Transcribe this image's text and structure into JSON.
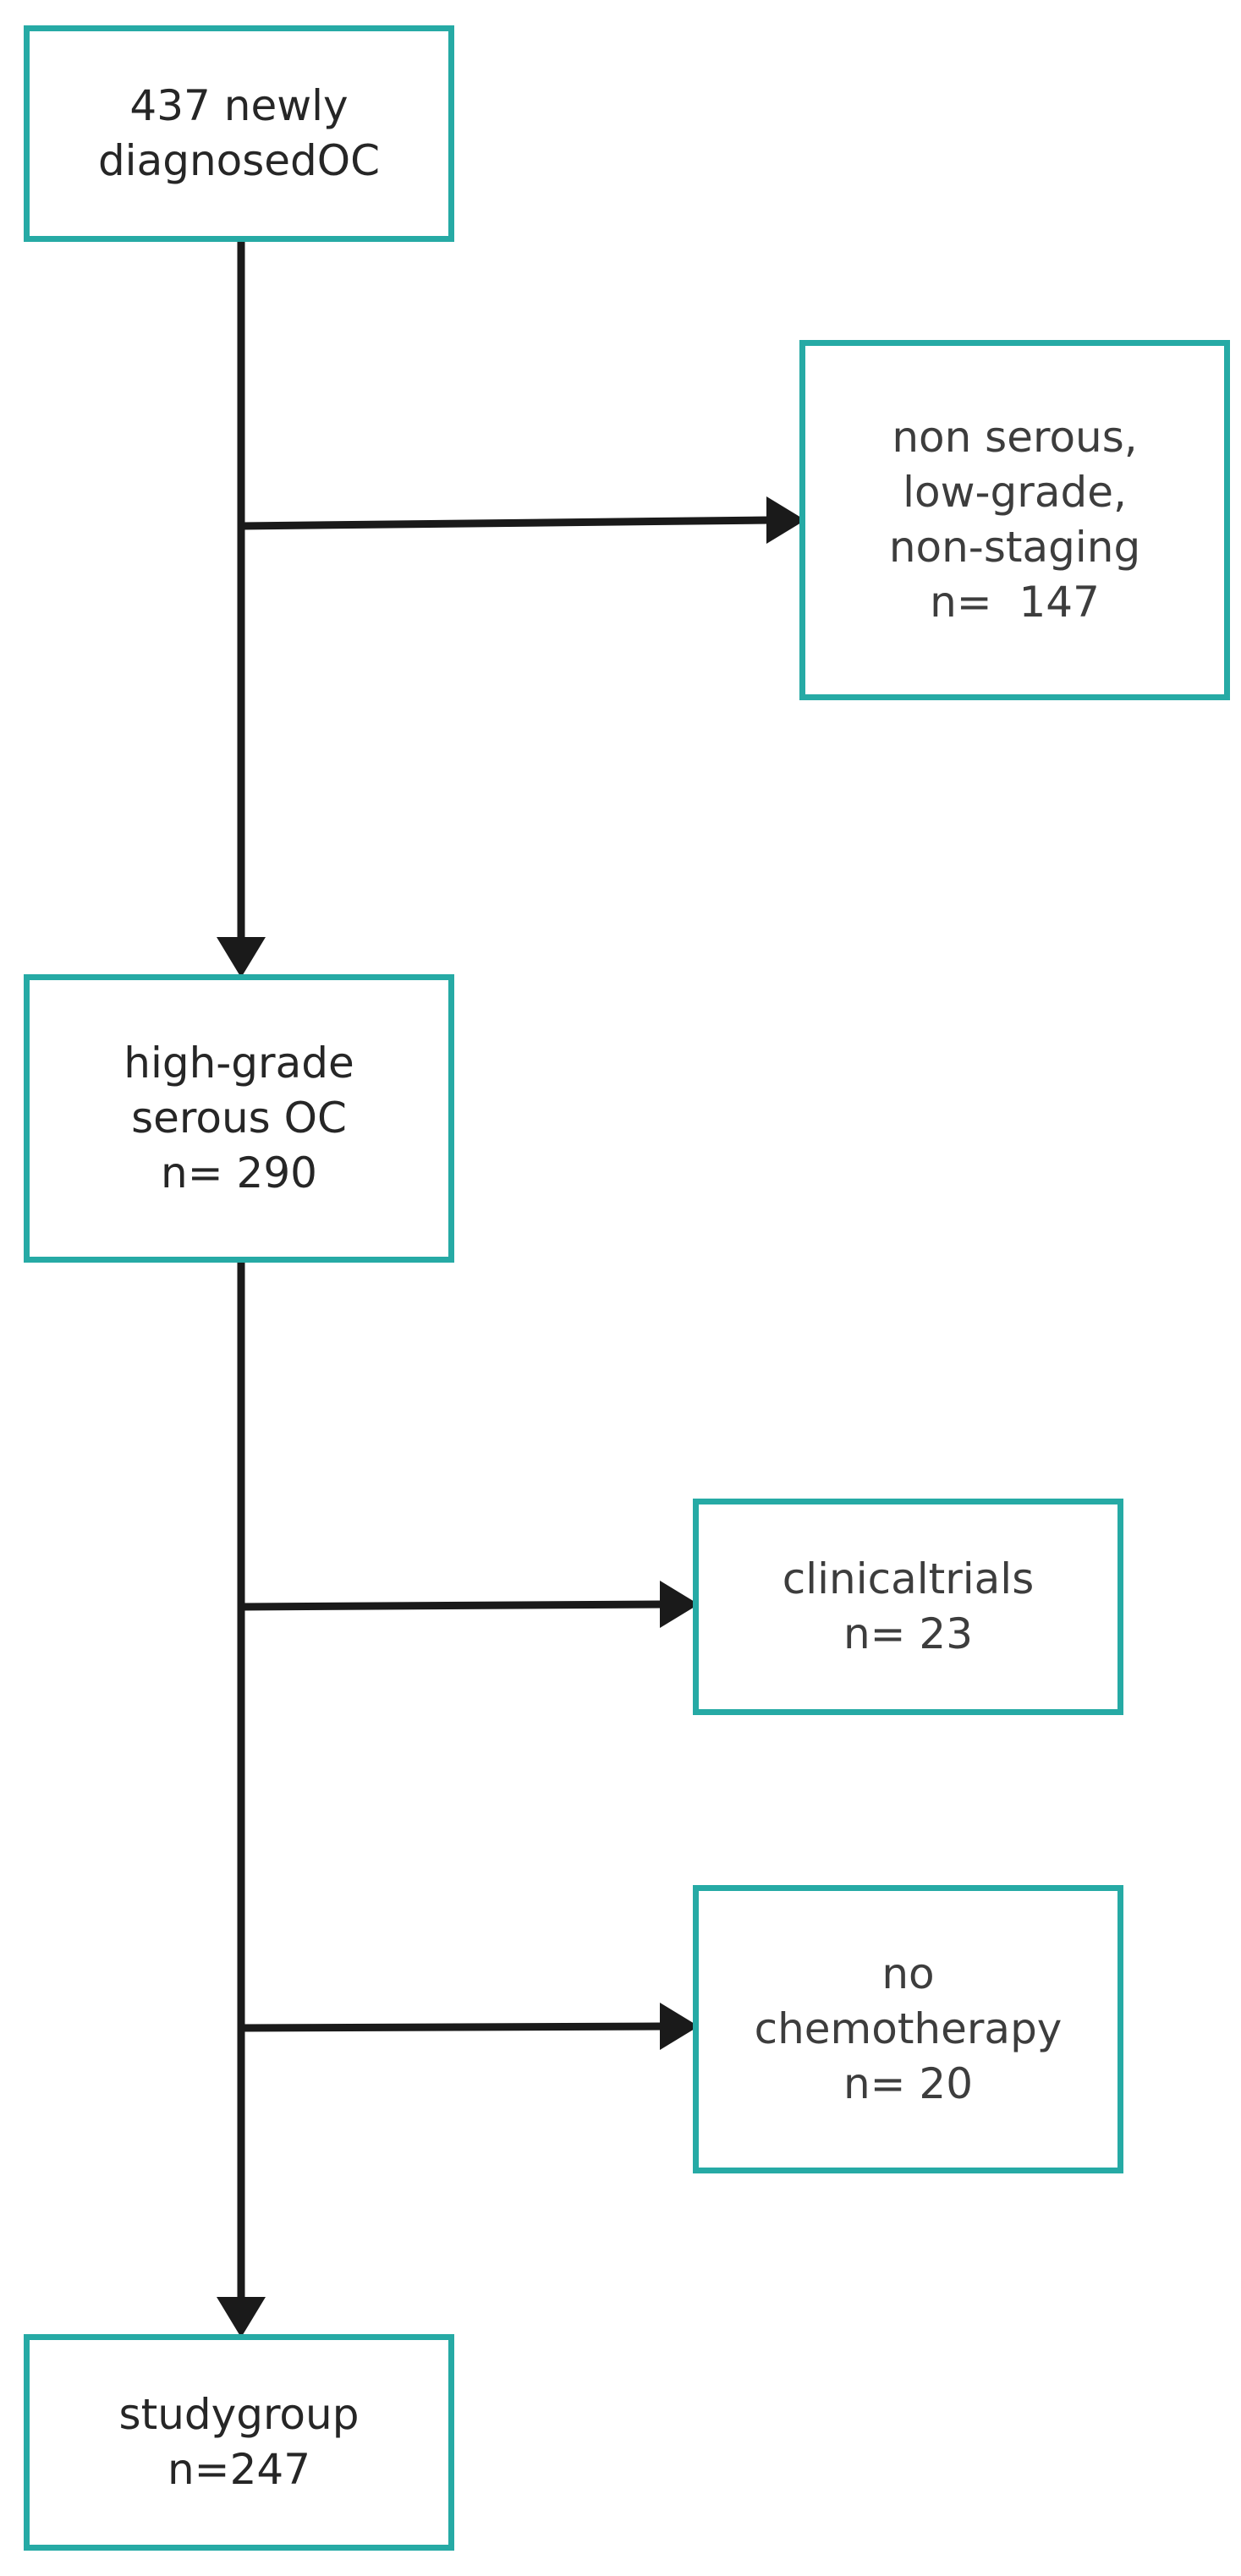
{
  "colors": {
    "box_border": "#26aaa5",
    "line": "#1a1a1a",
    "text": "#262626"
  },
  "boxes": {
    "start": {
      "lines": [
        "437 newly",
        "diagnosedOC"
      ]
    },
    "exclusion_1": {
      "lines": [
        "non serous,",
        "low-grade,",
        "non-staging",
        "n=  147"
      ]
    },
    "high_grade": {
      "lines": [
        "high-grade",
        "serous OC",
        "n= 290"
      ]
    },
    "exclusion_2": {
      "lines": [
        "clinicaltrials",
        "n= 23"
      ]
    },
    "exclusion_3": {
      "lines": [
        "no",
        "chemotherapy",
        "n= 20"
      ]
    },
    "final": {
      "lines": [
        "studygroup",
        "n=247"
      ]
    }
  }
}
